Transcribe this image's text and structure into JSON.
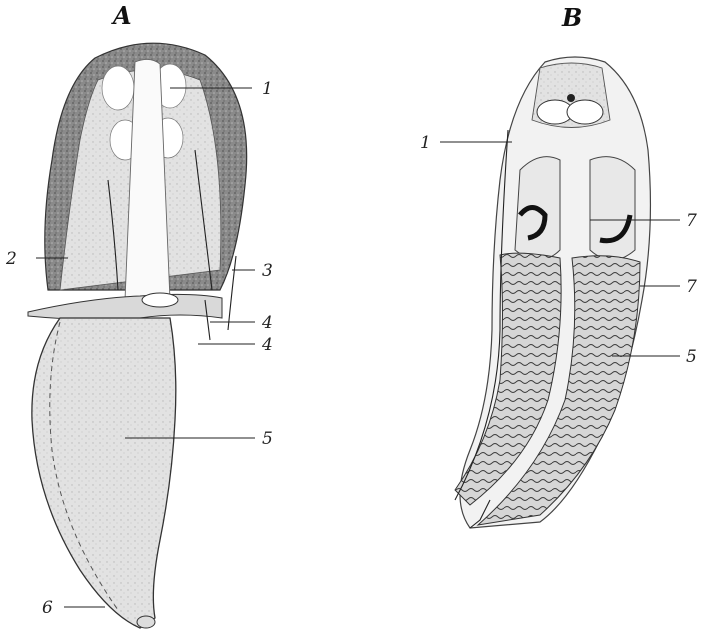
{
  "figures": [
    {
      "title": "A",
      "labels": [
        "1",
        "2",
        "3",
        "4",
        "4",
        "5",
        "6"
      ]
    },
    {
      "title": "B",
      "labels": [
        "1",
        "7",
        "7",
        "5"
      ]
    }
  ]
}
